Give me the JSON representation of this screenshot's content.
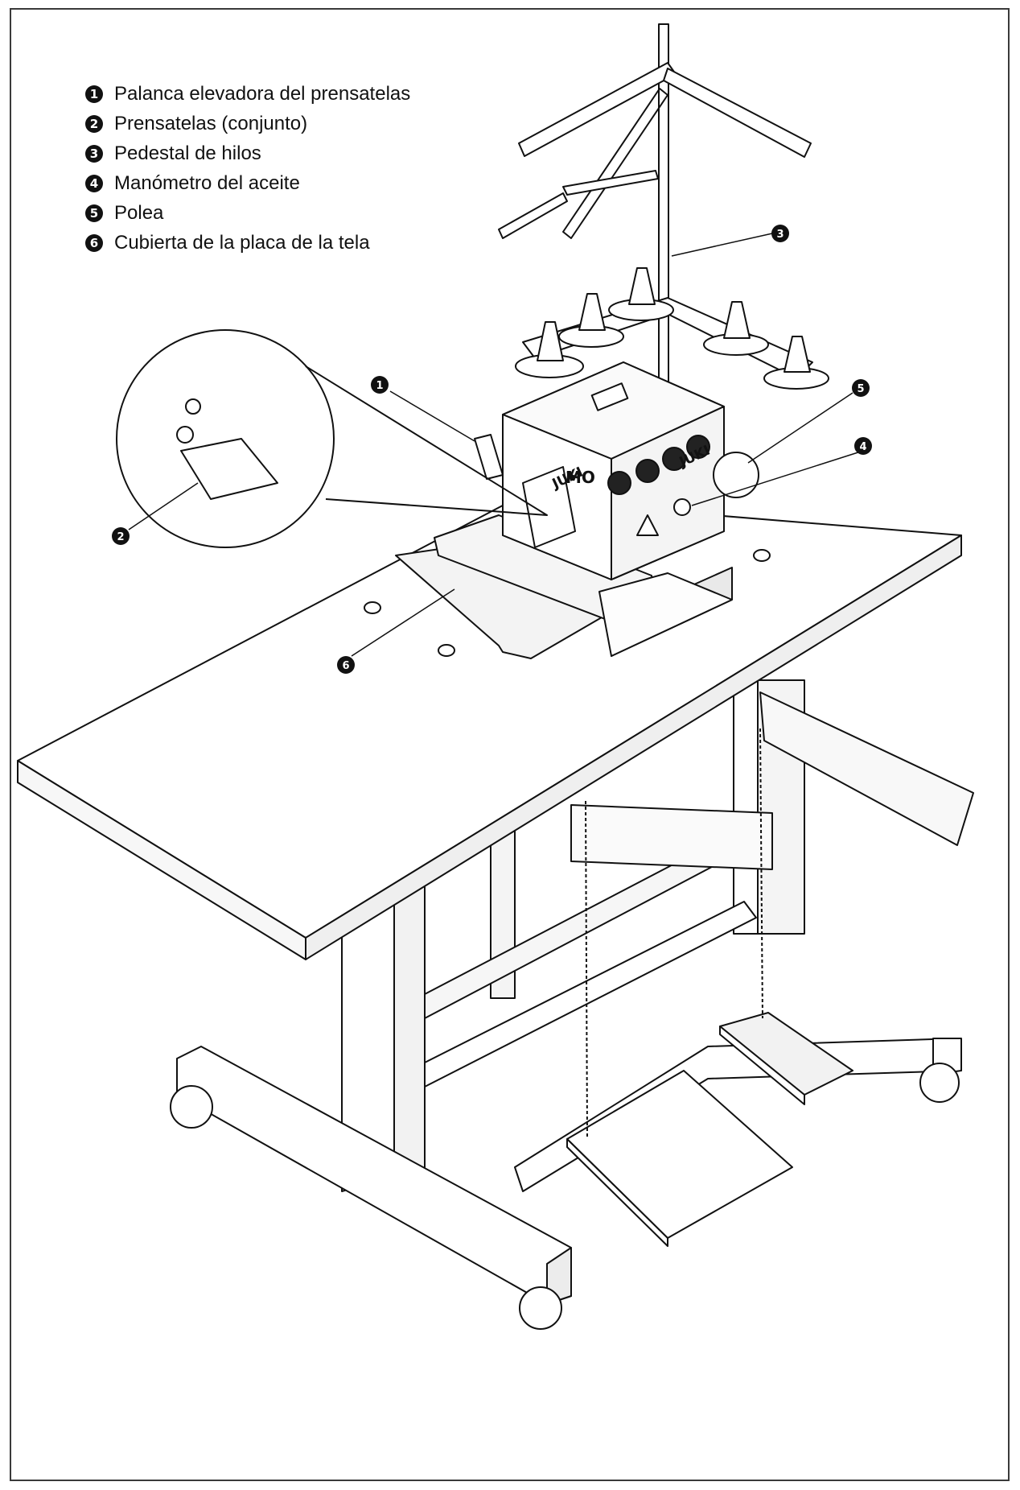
{
  "legend": [
    {
      "num": "1",
      "label": "Palanca elevadora del prensatelas"
    },
    {
      "num": "2",
      "label": "Prensatelas (conjunto)"
    },
    {
      "num": "3",
      "label": "Pedestal de hilos"
    },
    {
      "num": "4",
      "label": "Manómetro del aceite"
    },
    {
      "num": "5",
      "label": "Polea"
    },
    {
      "num": "6",
      "label": "Cubierta de la placa de la tela"
    }
  ],
  "callouts": {
    "c1": "1",
    "c2": "2",
    "c3": "3",
    "c4": "4",
    "c5": "5",
    "c6": "6"
  },
  "brand": {
    "side": "JUKI",
    "front": "JUKI",
    "model": "MO"
  }
}
